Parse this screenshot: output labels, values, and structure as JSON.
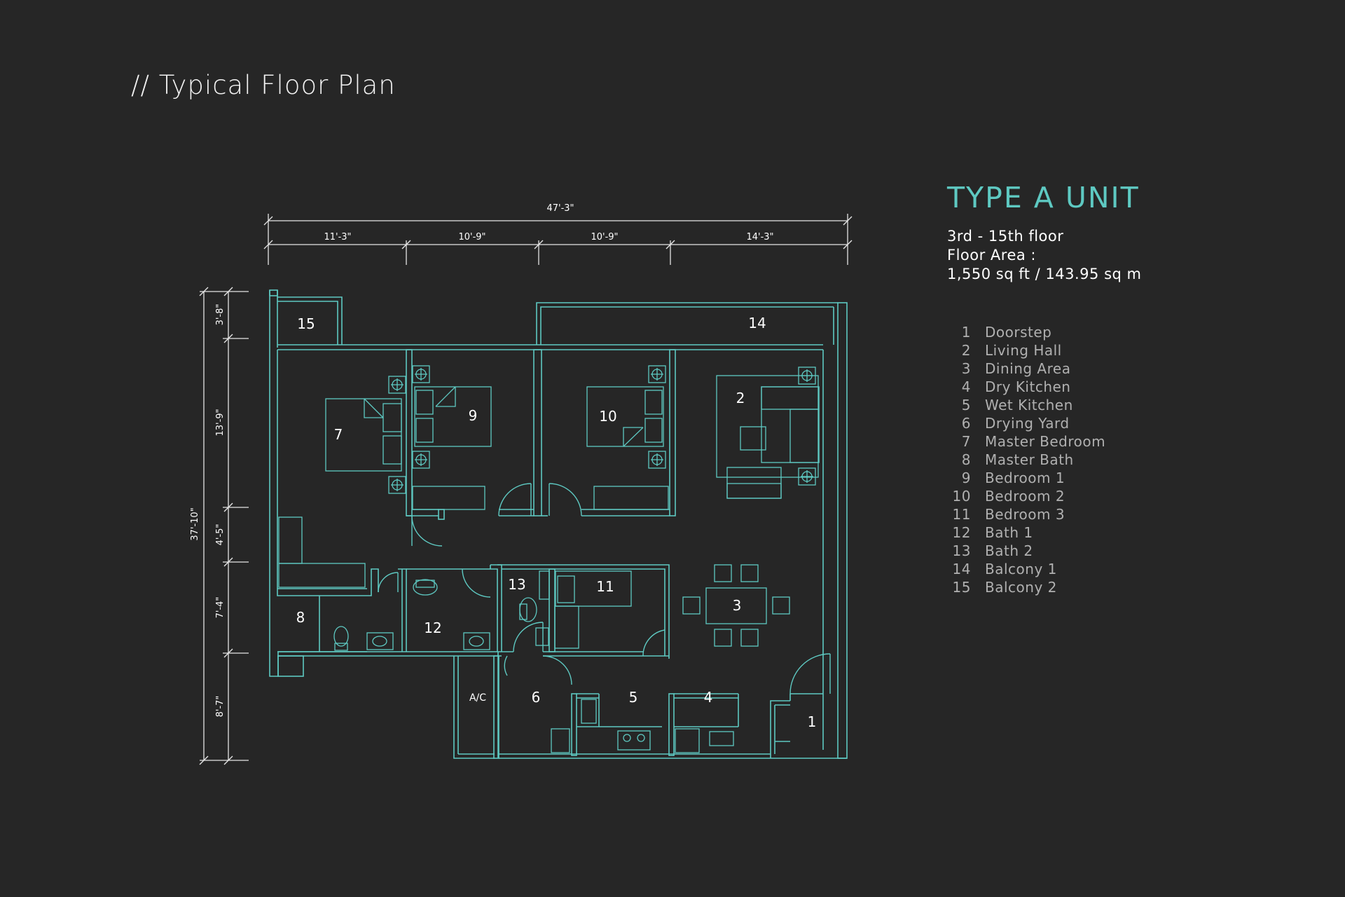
{
  "page_title": "// Typical Floor Plan",
  "unit": {
    "title": "TYPE A UNIT",
    "floors": "3rd - 15th floor",
    "area_label": "Floor Area :",
    "area_value": "1,550 sq ft / 143.95 sq m"
  },
  "colors": {
    "background": "#262626",
    "plan_line": "#5ec9c2",
    "dimension_line": "#ffffff",
    "legend_text": "#b0b0b0"
  },
  "dimensions": {
    "total_width": "47'-3\"",
    "widths": [
      "11'-3\"",
      "10'-9\"",
      "10'-9\"",
      "14'-3\""
    ],
    "total_depth": "37'-10\"",
    "depths": [
      "3'-8\"",
      "13'-9\"",
      "4'-5\"",
      "7'-4\"",
      "8'-7\""
    ]
  },
  "room_labels": {
    "r1": "1",
    "r2": "2",
    "r3": "3",
    "r4": "4",
    "r5": "5",
    "r6": "6",
    "r7": "7",
    "r8": "8",
    "r9": "9",
    "r10": "10",
    "r11": "11",
    "r12": "12",
    "r13": "13",
    "r14": "14",
    "r15": "15",
    "ac": "A/C"
  },
  "legend": [
    {
      "num": "1",
      "name": "Doorstep"
    },
    {
      "num": "2",
      "name": "Living Hall"
    },
    {
      "num": "3",
      "name": "Dining Area"
    },
    {
      "num": "4",
      "name": "Dry Kitchen"
    },
    {
      "num": "5",
      "name": "Wet Kitchen"
    },
    {
      "num": "6",
      "name": "Drying Yard"
    },
    {
      "num": "7",
      "name": "Master Bedroom"
    },
    {
      "num": "8",
      "name": "Master Bath"
    },
    {
      "num": "9",
      "name": "Bedroom 1"
    },
    {
      "num": "10",
      "name": "Bedroom 2"
    },
    {
      "num": "11",
      "name": "Bedroom 3"
    },
    {
      "num": "12",
      "name": "Bath 1"
    },
    {
      "num": "13",
      "name": "Bath 2"
    },
    {
      "num": "14",
      "name": "Balcony 1"
    },
    {
      "num": "15",
      "name": "Balcony 2"
    }
  ]
}
